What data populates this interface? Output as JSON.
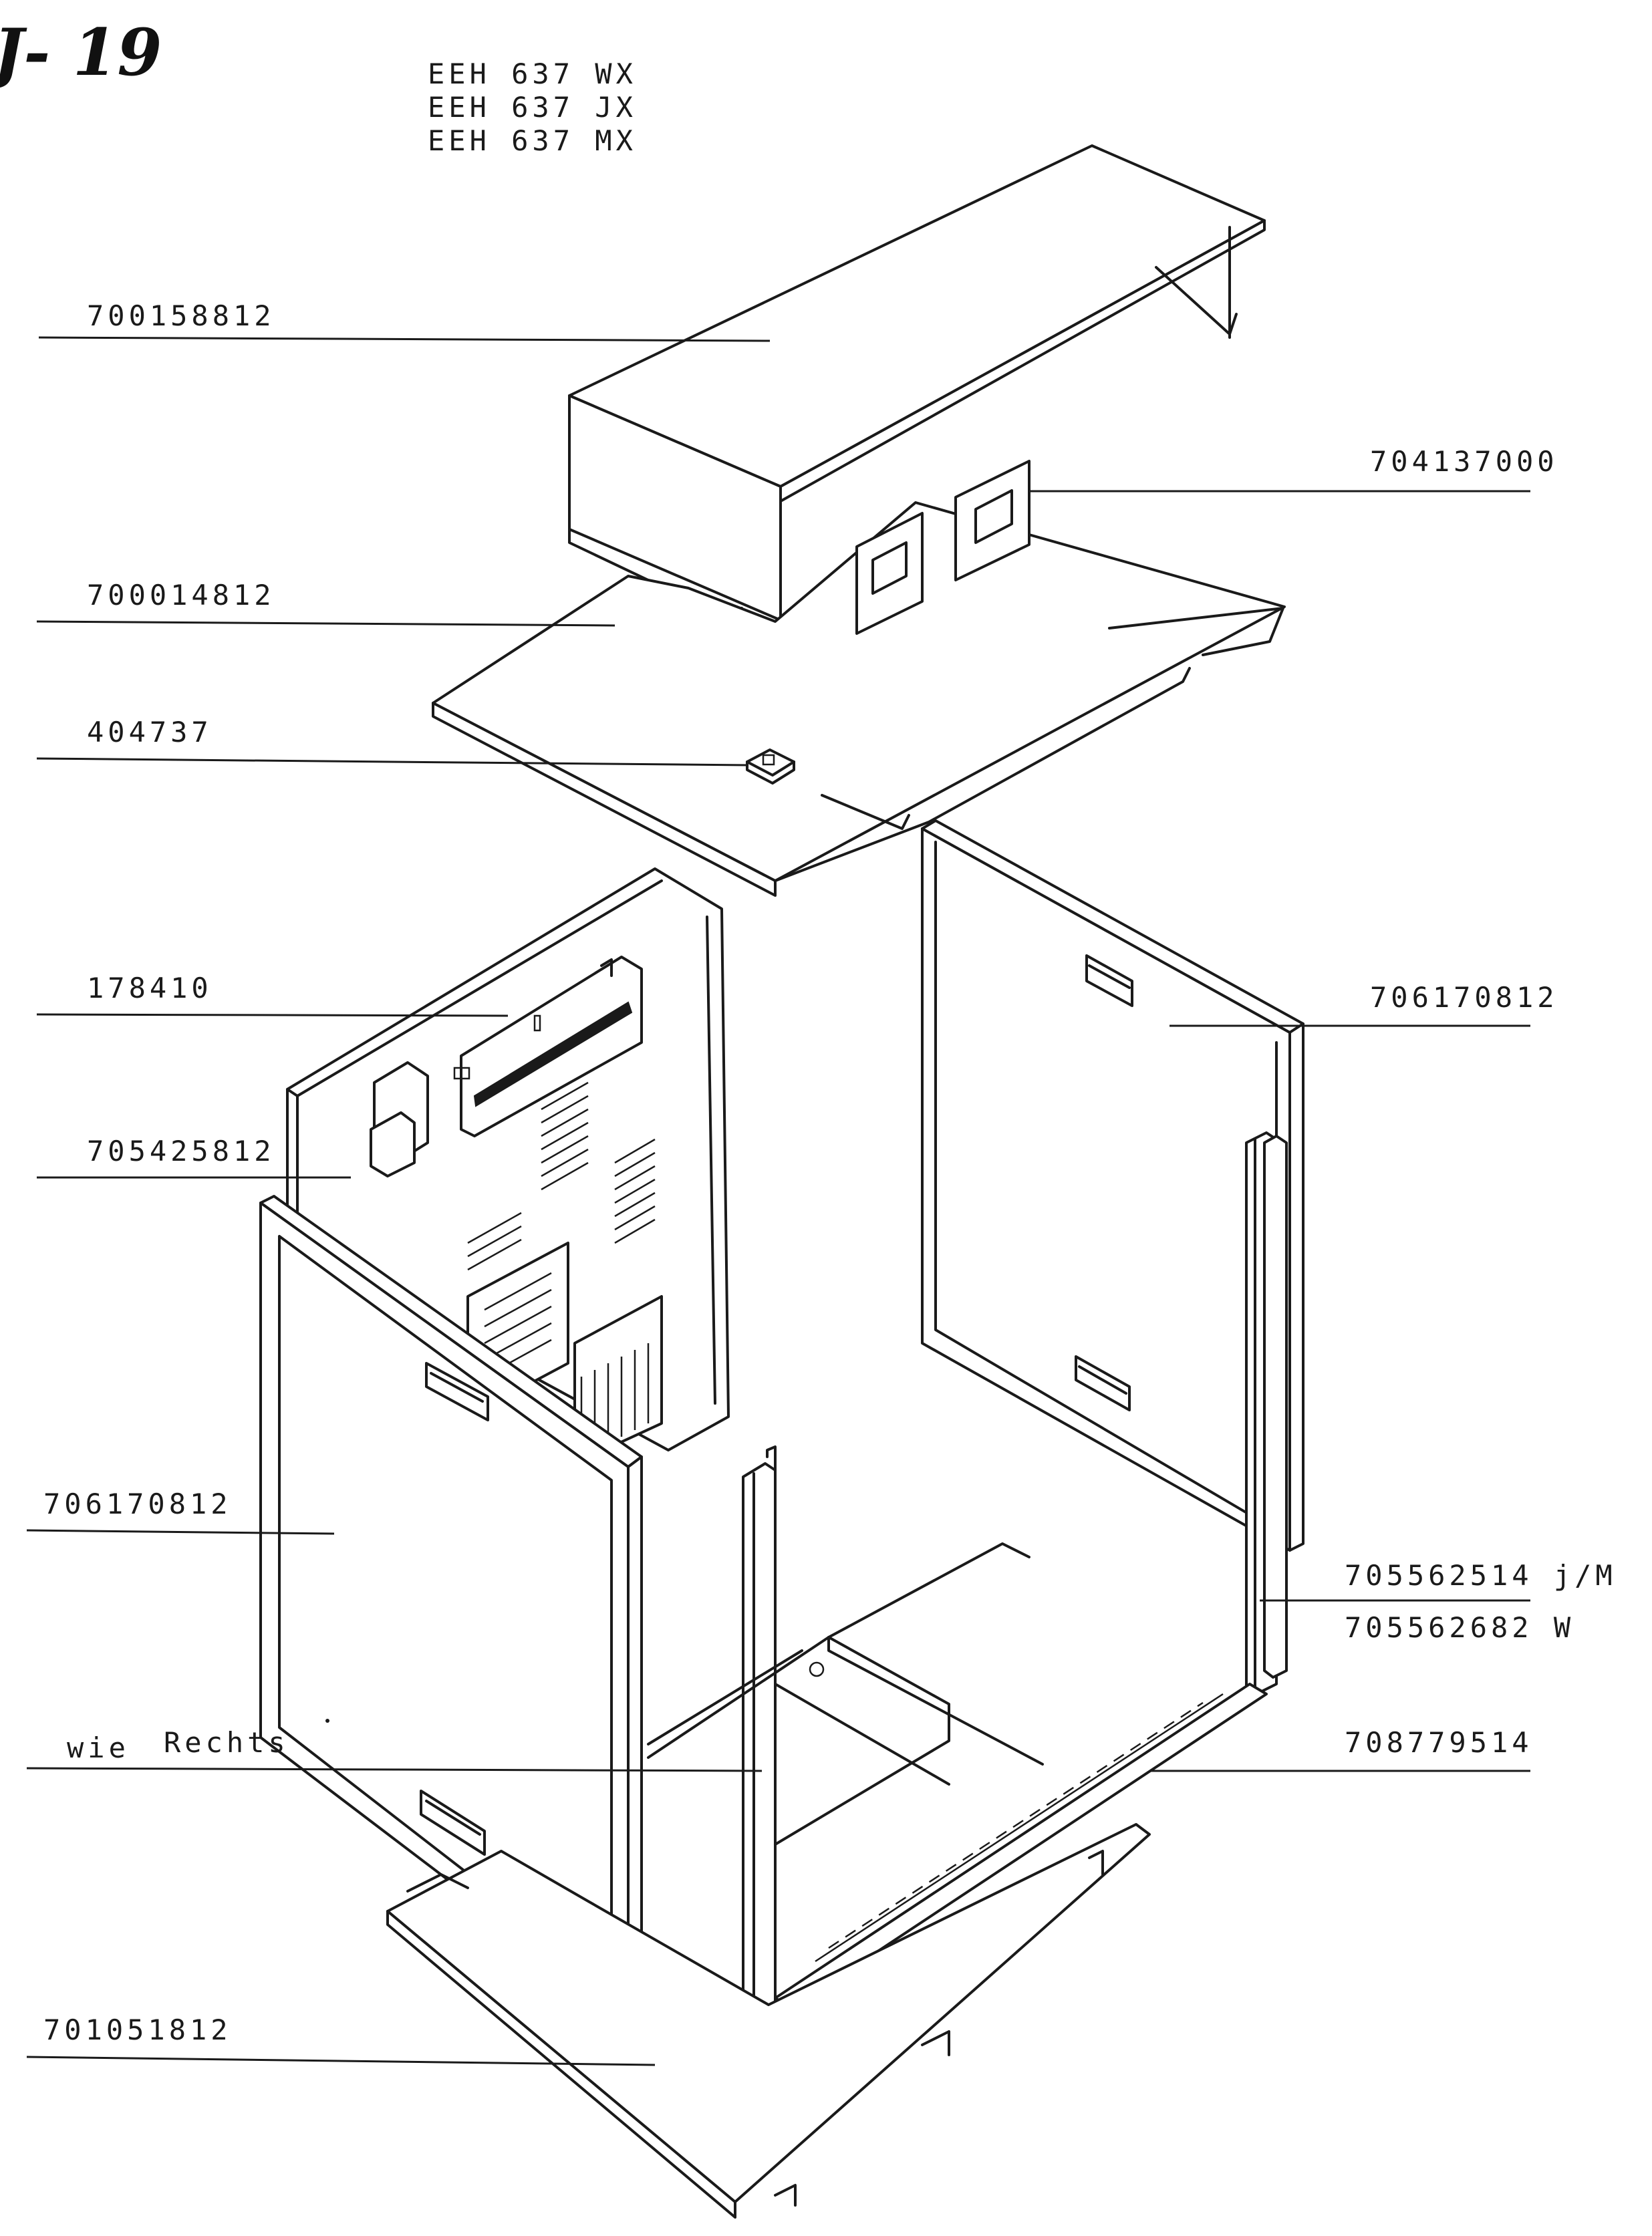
{
  "page_mark": "J- 19",
  "models": [
    "EEH 637 WX",
    "EEH 637 JX",
    "EEH 637 MX"
  ],
  "callouts": {
    "top_cover": "700158812",
    "bracket": "704137000",
    "top_panel": "700014812",
    "clip": "404737",
    "switch_block": "178410",
    "back_panel": "705425812",
    "side_panel_right": "706170812",
    "side_panel_left": "706170812",
    "front_strip_jm": "705562514 j/M",
    "front_strip_w": "705562682 W",
    "wie_word": "wie",
    "rechts_word": "Rechts",
    "front_rail": "708779514",
    "base_plate": "701051812"
  }
}
